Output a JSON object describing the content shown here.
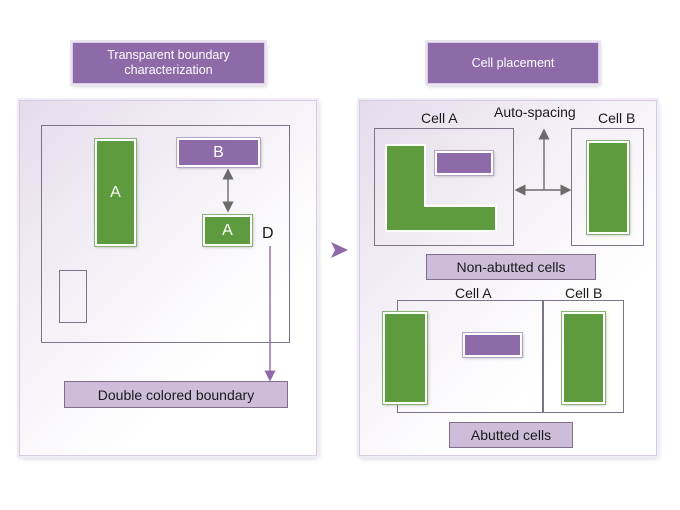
{
  "left": {
    "title": "Transparent boundary characterization",
    "block_a_tall": "A",
    "block_b": "B",
    "block_a_small": "A",
    "label_d": "D",
    "boundary_label": "Double colored boundary"
  },
  "right": {
    "title": "Cell placement",
    "auto_spacing": "Auto-spacing",
    "top_cell_a": "Cell A",
    "top_cell_b": "Cell B",
    "non_abutted_label": "Non-abutted cells",
    "bottom_cell_a": "Cell A",
    "bottom_cell_b": "Cell B",
    "abutted_label": "Abutted cells"
  },
  "colors": {
    "green": "#5e9a3e",
    "purple": "#8e6aa8",
    "lavender": "#cdbdda",
    "outline": "#7d7388"
  }
}
